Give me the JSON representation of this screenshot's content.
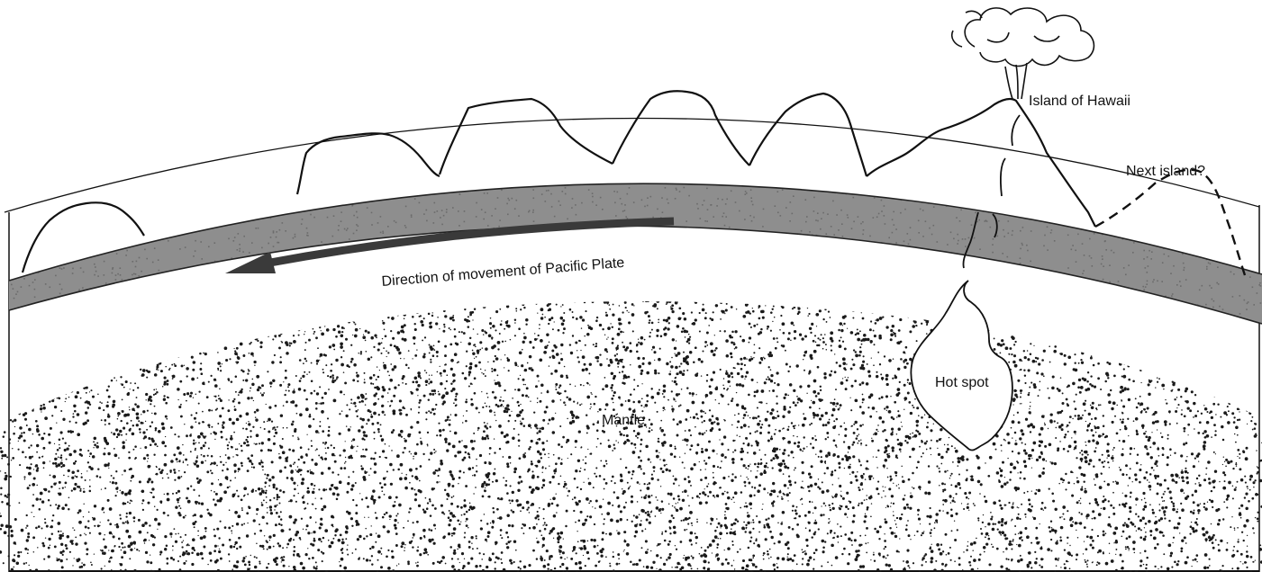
{
  "labels": {
    "hawaii": "Island of Hawaii",
    "next_island": "Next island?",
    "direction": "Direction of movement of Pacific Plate",
    "hot_spot": "Hot spot",
    "mantle": "Mantle"
  },
  "colors": {
    "plate": "#8e8e8e",
    "plate_stipple": "#6b6b6b",
    "ink": "#111111",
    "arrow": "#3a3a3a",
    "mantle_dots": "#1a1a1a",
    "background": "#ffffff"
  },
  "icons": {
    "eruption_cloud": "eruption-cloud-icon",
    "direction_arrow": "arrow-left-icon"
  }
}
